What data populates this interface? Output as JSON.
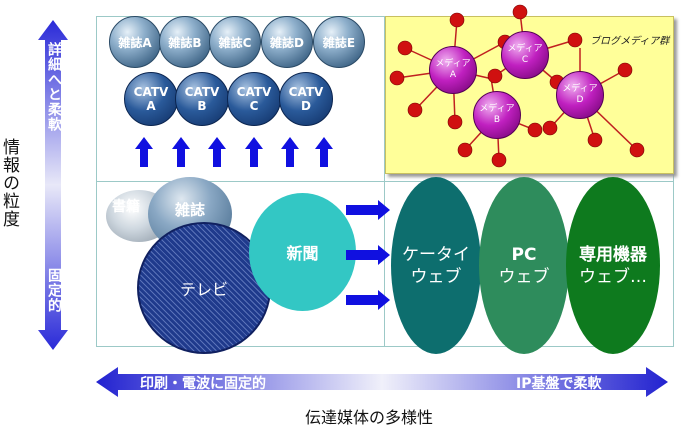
{
  "vertical_axis": {
    "title": "情報の粒度",
    "top_label": "詳細へと柔軟",
    "bottom_label": "固定的"
  },
  "horizontal_axis": {
    "title": "伝達媒体の多様性",
    "left_label": "印刷・電波に固定的",
    "right_label": "IP基盤で柔軟"
  },
  "magazines": [
    "雑誌A",
    "雑誌B",
    "雑誌C",
    "雑誌D",
    "雑誌E"
  ],
  "catv": [
    {
      "line1": "CATV",
      "line2": "A"
    },
    {
      "line1": "CATV",
      "line2": "B"
    },
    {
      "line1": "CATV",
      "line2": "C"
    },
    {
      "line1": "CATV",
      "line2": "D"
    }
  ],
  "blog": {
    "title": "ブログメディア群",
    "media": [
      {
        "line1": "メディア",
        "line2": "A"
      },
      {
        "line1": "メディア",
        "line2": "C"
      },
      {
        "line1": "メディア",
        "line2": "B"
      },
      {
        "line1": "メディア",
        "line2": "D"
      }
    ]
  },
  "traditional": {
    "books": "書籍",
    "magazine": "雑誌",
    "tv": "テレビ",
    "newspaper": "新聞"
  },
  "web": {
    "mobile": {
      "line1": "ケータイ",
      "line2": "ウェブ"
    },
    "pc": {
      "line1": "PC",
      "line2": "ウェブ"
    },
    "dedicated": {
      "line1": "専用機器",
      "line2": "ウェブ…"
    }
  },
  "colors": {
    "arrow_blue": "#1010e0",
    "yellow_panel": "#ffff99",
    "tv": "#1f3a8c",
    "newspaper": "#33c7c4",
    "mobile_web": "#0d6e6e",
    "pc_web": "#2e8c5c",
    "dedicated_web": "#0e7a1e",
    "media_node": "#c020c0",
    "leaf_node": "#d01010"
  }
}
